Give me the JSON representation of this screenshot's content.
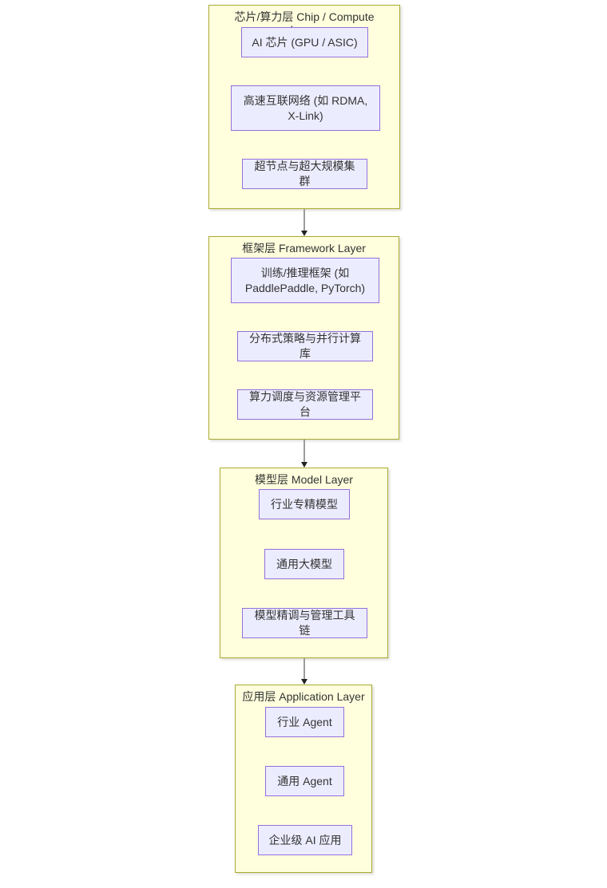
{
  "diagram": {
    "type": "layered-flowchart",
    "colors": {
      "group_fill": "#ffffde",
      "group_border": "#aaaa33",
      "node_fill": "#ececff",
      "node_border": "#9370db",
      "text": "#333333",
      "edge_line": "#9c9c9c",
      "edge_arrowhead": "#222222"
    },
    "groups": [
      {
        "title": "芯片/算力层 Chip / Compute Layer",
        "nodes": [
          {
            "label": "AI 芯片 (GPU / ASIC)"
          },
          {
            "label": "高速互联网络 (如 RDMA, X-Link)"
          },
          {
            "label": "超节点与超大规模集群"
          }
        ]
      },
      {
        "title": "框架层 Framework Layer",
        "nodes": [
          {
            "label": "训练/推理框架 (如 PaddlePaddle, PyTorch)"
          },
          {
            "label": "分布式策略与并行计算库"
          },
          {
            "label": "算力调度与资源管理平台"
          }
        ]
      },
      {
        "title": "模型层 Model Layer",
        "nodes": [
          {
            "label": "行业专精模型"
          },
          {
            "label": "通用大模型"
          },
          {
            "label": "模型精调与管理工具链"
          }
        ]
      },
      {
        "title": "应用层 Application Layer",
        "nodes": [
          {
            "label": "行业 Agent"
          },
          {
            "label": "通用 Agent"
          },
          {
            "label": "企业级 AI 应用"
          }
        ]
      }
    ],
    "edges": [
      {
        "from": "芯片/算力层 Chip / Compute Layer",
        "to": "框架层 Framework Layer"
      },
      {
        "from": "框架层 Framework Layer",
        "to": "模型层 Model Layer"
      },
      {
        "from": "模型层 Model Layer",
        "to": "应用层 Application Layer"
      }
    ]
  }
}
